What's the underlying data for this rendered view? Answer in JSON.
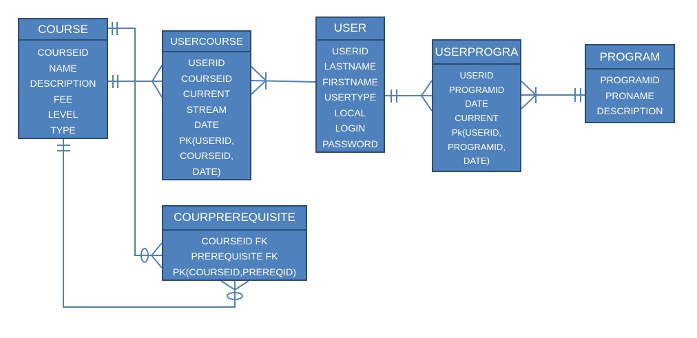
{
  "entities": {
    "course": {
      "title": "COURSE",
      "attributes": [
        "COURSEID",
        "NAME",
        "DESCRIPTION",
        "FEE",
        "LEVEL",
        "TYPE"
      ]
    },
    "usercourse": {
      "title": "USERCOURSE",
      "attributes": [
        "USERID",
        "COURSEID",
        "CURRENT",
        "STREAM",
        "DATE",
        "PK(USERID,",
        "COURSEID,",
        "DATE)"
      ]
    },
    "user": {
      "title": "USER",
      "attributes": [
        "USERID",
        "LASTNAME",
        "FIRSTNAME",
        "USERTYPE",
        "LOCAL",
        "LOGIN",
        "PASSWORD"
      ]
    },
    "userprogra": {
      "title": "USERPROGRA",
      "attributes": [
        "USERID",
        "PROGRAMID",
        "DATE",
        "CURRENT",
        "Pk(USERID,",
        "PROGRAMID,",
        "DATE)"
      ]
    },
    "program": {
      "title": "PROGRAM",
      "attributes": [
        "PROGRAMID",
        "PRONAME",
        "DESCRIPTION"
      ]
    },
    "courprerequisite": {
      "title": "COURPREREQUISITE",
      "attributes": [
        "COURSEID FK",
        "PREREQUISITE FK",
        "PK(COURSEID,PREREQID)"
      ]
    }
  },
  "relationships": [
    {
      "from": "course",
      "to": "usercourse",
      "from_cardinality": "one",
      "to_cardinality": "many"
    },
    {
      "from": "user",
      "to": "usercourse",
      "from_cardinality": "one",
      "to_cardinality": "many"
    },
    {
      "from": "user",
      "to": "userprogra",
      "from_cardinality": "one",
      "to_cardinality": "many"
    },
    {
      "from": "program",
      "to": "userprogra",
      "from_cardinality": "one",
      "to_cardinality": "many"
    },
    {
      "from": "course",
      "to": "courprerequisite",
      "from_cardinality": "one",
      "to_cardinality": "zero-or-many"
    },
    {
      "from": "course",
      "to": "courprerequisite",
      "from_cardinality": "one",
      "to_cardinality": "zero-or-many"
    }
  ],
  "colors": {
    "entity_fill": "#4f81bd",
    "entity_border": "#2c4d75",
    "entity_text": "#ffffff",
    "connector": "#4f81bd"
  }
}
